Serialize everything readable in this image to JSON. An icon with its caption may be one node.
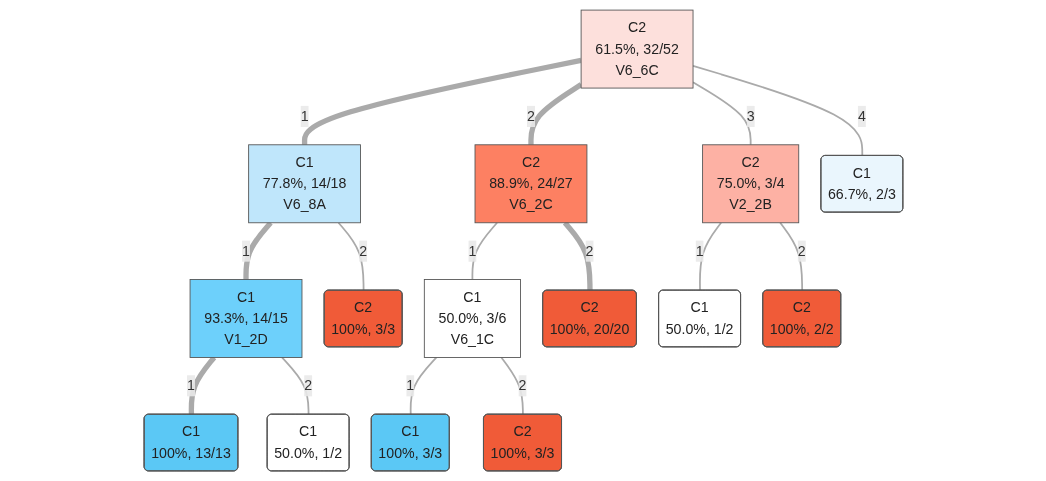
{
  "diagram": {
    "nodes": [
      {
        "text": [
          "C2",
          "61.5%, 32/52",
          "V6_6C"
        ]
      },
      {
        "text": [
          "C1",
          "77.8%, 14/18",
          "V6_8A"
        ]
      },
      {
        "text": [
          "C2",
          "88.9%, 24/27",
          "V6_2C"
        ]
      },
      {
        "text": [
          "C2",
          "75.0%, 3/4",
          "V2_2B"
        ]
      },
      {
        "text": [
          "C1",
          "66.7%, 2/3"
        ]
      },
      {
        "text": [
          "C1",
          "93.3%, 14/15",
          "V1_2D"
        ]
      },
      {
        "text": [
          "C2",
          "100%, 3/3"
        ]
      },
      {
        "text": [
          "C1",
          "50.0%, 3/6",
          "V6_1C"
        ]
      },
      {
        "text": [
          "C2",
          "100%, 20/20"
        ]
      },
      {
        "text": [
          "C1",
          "50.0%, 1/2"
        ]
      },
      {
        "text": [
          "C2",
          "100%, 2/2"
        ]
      },
      {
        "text": [
          "C1",
          "100%, 13/13"
        ]
      },
      {
        "text": [
          "C1",
          "50.0%, 1/2"
        ]
      },
      {
        "text": [
          "C1",
          "100%, 3/3"
        ]
      },
      {
        "text": [
          "C2",
          "100%, 3/3"
        ]
      }
    ],
    "edges": [
      {
        "from": 0,
        "to": 1,
        "arrow": "none",
        "label": "1",
        "style": "thick"
      },
      {
        "from": 0,
        "to": 2,
        "arrow": "none",
        "label": "2",
        "style": "thick"
      },
      {
        "from": 0,
        "to": 3,
        "arrow": "none",
        "label": "3"
      },
      {
        "from": 0,
        "to": 4,
        "arrow": "none",
        "label": "4"
      },
      {
        "from": 1,
        "to": 5,
        "arrow": "none",
        "label": "1",
        "style": "thick"
      },
      {
        "from": 1,
        "to": 6,
        "arrow": "none",
        "label": "2"
      },
      {
        "from": 2,
        "to": 7,
        "arrow": "none",
        "label": "1"
      },
      {
        "from": 2,
        "to": 8,
        "arrow": "none",
        "label": "2",
        "style": "thick"
      },
      {
        "from": 3,
        "to": 9,
        "arrow": "none",
        "label": "1"
      },
      {
        "from": 3,
        "to": 10,
        "arrow": "none",
        "label": "2"
      },
      {
        "from": 5,
        "to": 11,
        "arrow": "none",
        "label": "1",
        "style": "thick"
      },
      {
        "from": 5,
        "to": 12,
        "arrow": "none",
        "label": "2"
      },
      {
        "from": 7,
        "to": 13,
        "arrow": "none",
        "label": "1"
      },
      {
        "from": 7,
        "to": 14,
        "arrow": "none",
        "label": "2"
      }
    ]
  }
}
